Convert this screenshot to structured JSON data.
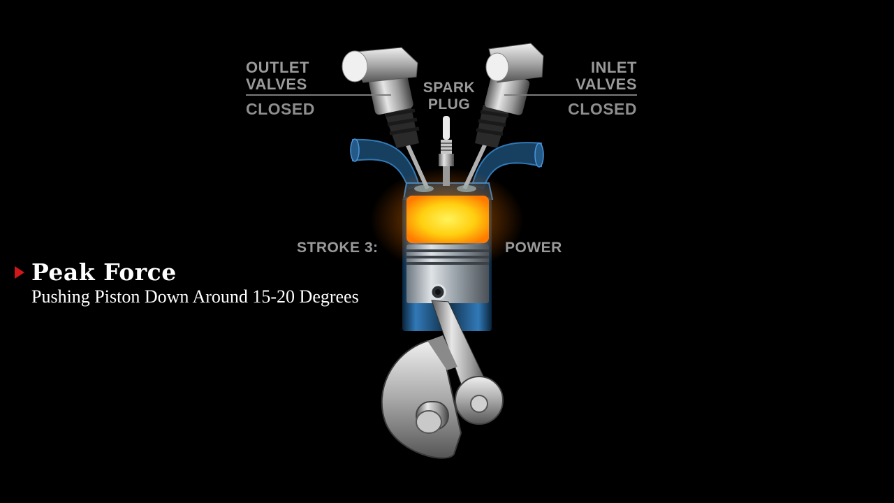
{
  "labels": {
    "outlet_line1": "OUTLET",
    "outlet_line2": "VALVES",
    "outlet_state": "CLOSED",
    "inlet_line1": "INLET",
    "inlet_line2": "VALVES",
    "inlet_state": "CLOSED",
    "spark_line1": "SPARK",
    "spark_line2": "PLUG",
    "stroke_label": "STROKE 3:",
    "stroke_name": "POWER"
  },
  "caption": {
    "title": "Peak Force",
    "subtitle": "Pushing Piston Down Around 15-20 Degrees"
  },
  "colors": {
    "background": "#000000",
    "label_gray": "#9a9a9a",
    "caption_arrow": "#d01818",
    "combustion": "#ffb000",
    "glass_blue": "#3a8fd8",
    "metal": "#b8b8b8"
  },
  "icons": {
    "caption_marker": "triangle-right-icon"
  }
}
